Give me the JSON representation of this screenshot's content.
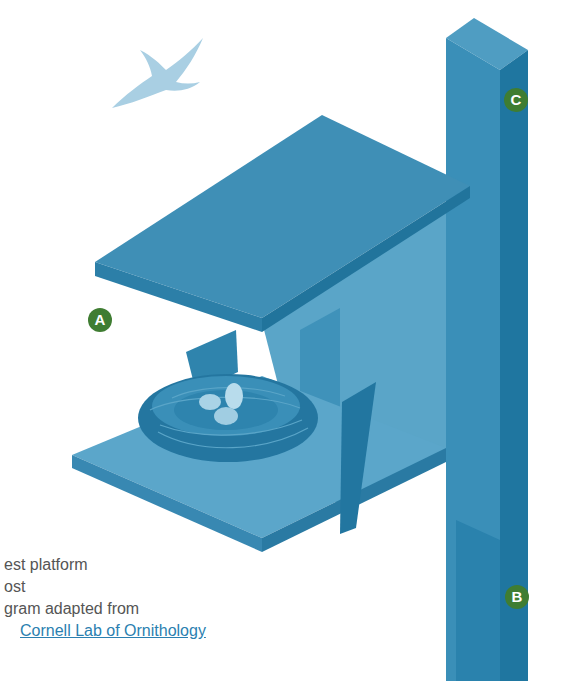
{
  "diagram": {
    "labels": [
      "C",
      "A",
      "est platform",
      "ost",
      "gram adapted from",
      "Cornell Lab of Ornithology",
      "B"
    ]
  }
}
